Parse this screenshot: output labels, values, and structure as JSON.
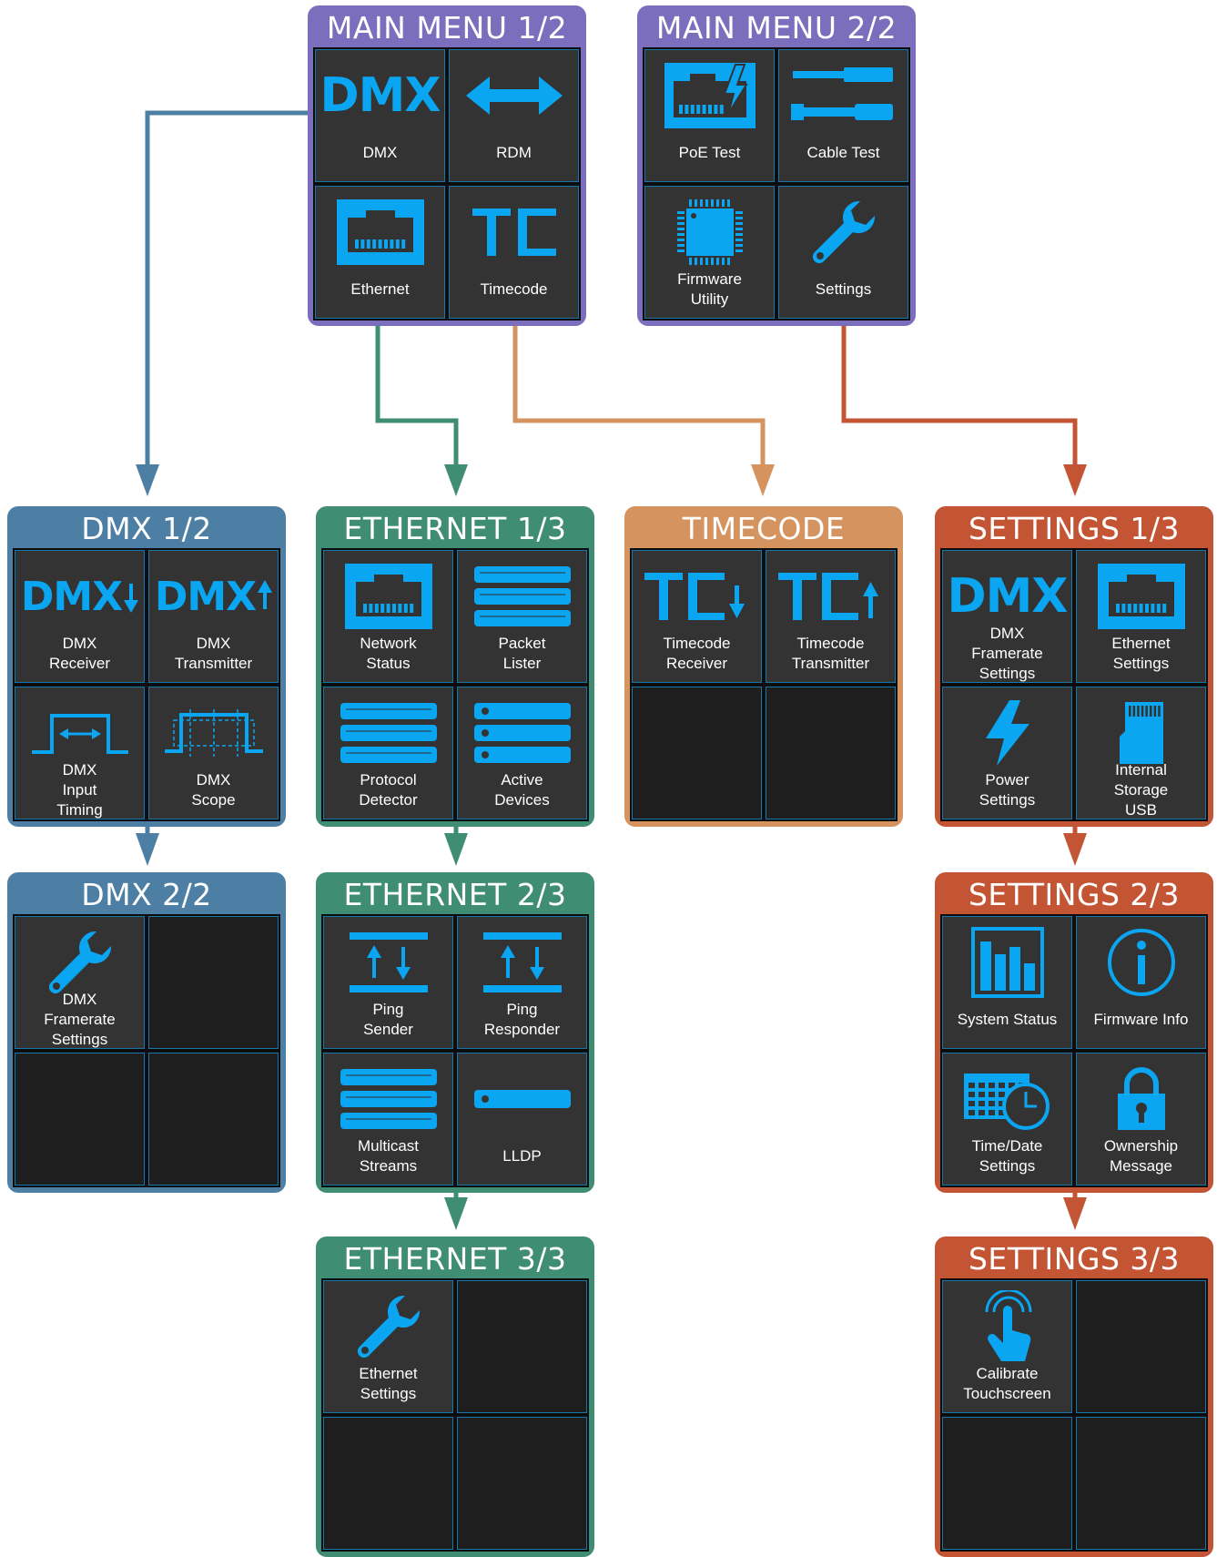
{
  "colors": {
    "main": "#7b6fbd",
    "dmx": "#4d7fa5",
    "ethernet": "#3f8d73",
    "timecode": "#d4935f",
    "settings": "#c35534",
    "icon": "#0aa6f2",
    "tile": "#333333",
    "empty_tile": "#1e1e1e"
  },
  "menus": [
    {
      "title": "MAIN MENU 1/2",
      "color_key": "main",
      "tiles": [
        {
          "label": "DMX",
          "icon": "dmx-text-icon"
        },
        {
          "label": "RDM",
          "icon": "double-arrow-icon"
        },
        {
          "label": "Ethernet",
          "icon": "ethernet-port-icon"
        },
        {
          "label": "Timecode",
          "icon": "timecode-icon"
        }
      ]
    },
    {
      "title": "MAIN MENU 2/2",
      "color_key": "main",
      "tiles": [
        {
          "label": "PoE Test",
          "icon": "poe-port-icon"
        },
        {
          "label": "Cable Test",
          "icon": "cable-icon"
        },
        {
          "label": "Firmware\nUtility",
          "icon": "chip-icon"
        },
        {
          "label": "Settings",
          "icon": "wrench-icon"
        }
      ]
    },
    {
      "title": "DMX 1/2",
      "color_key": "dmx",
      "tiles": [
        {
          "label": "DMX\nReceiver",
          "icon": "dmx-down-icon"
        },
        {
          "label": "DMX\nTransmitter",
          "icon": "dmx-up-icon"
        },
        {
          "label": "DMX\nInput\nTiming",
          "icon": "pulse-timing-icon"
        },
        {
          "label": "DMX\nScope",
          "icon": "scope-icon"
        }
      ]
    },
    {
      "title": "ETHERNET 1/3",
      "color_key": "ethernet",
      "tiles": [
        {
          "label": "Network\nStatus",
          "icon": "ethernet-port-icon"
        },
        {
          "label": "Packet\nLister",
          "icon": "stack-icon"
        },
        {
          "label": "Protocol\nDetector",
          "icon": "stack-icon"
        },
        {
          "label": "Active\nDevices",
          "icon": "devices-icon"
        }
      ]
    },
    {
      "title": "TIMECODE",
      "color_key": "timecode",
      "tiles": [
        {
          "label": "Timecode\nReceiver",
          "icon": "tc-down-icon"
        },
        {
          "label": "Timecode\nTransmitter",
          "icon": "tc-up-icon"
        },
        {
          "label": "",
          "icon": ""
        },
        {
          "label": "",
          "icon": ""
        }
      ]
    },
    {
      "title": "SETTINGS 1/3",
      "color_key": "settings",
      "tiles": [
        {
          "label": "DMX\nFramerate\nSettings",
          "icon": "dmx-text-icon"
        },
        {
          "label": "Ethernet\nSettings",
          "icon": "ethernet-port-icon"
        },
        {
          "label": "Power\nSettings",
          "icon": "lightning-icon"
        },
        {
          "label": "Internal\nStorage\nUSB",
          "icon": "sd-card-icon"
        }
      ]
    },
    {
      "title": "DMX 2/2",
      "color_key": "dmx",
      "tiles": [
        {
          "label": "DMX\nFramerate\nSettings",
          "icon": "wrench-icon"
        },
        {
          "label": "",
          "icon": ""
        },
        {
          "label": "",
          "icon": ""
        },
        {
          "label": "",
          "icon": ""
        }
      ]
    },
    {
      "title": "ETHERNET 2/3",
      "color_key": "ethernet",
      "tiles": [
        {
          "label": "Ping\nSender",
          "icon": "ping-icon"
        },
        {
          "label": "Ping\nResponder",
          "icon": "ping-icon"
        },
        {
          "label": "Multicast\nStreams",
          "icon": "stack-icon"
        },
        {
          "label": "LLDP",
          "icon": "lldp-bar-icon"
        }
      ]
    },
    {
      "title": "SETTINGS 2/3",
      "color_key": "settings",
      "tiles": [
        {
          "label": "System Status",
          "icon": "bar-chart-icon"
        },
        {
          "label": "Firmware Info",
          "icon": "info-icon"
        },
        {
          "label": "Time/Date\nSettings",
          "icon": "calendar-clock-icon"
        },
        {
          "label": "Ownership\nMessage",
          "icon": "lock-icon"
        }
      ]
    },
    {
      "title": "ETHERNET 3/3",
      "color_key": "ethernet",
      "tiles": [
        {
          "label": "Ethernet\nSettings",
          "icon": "wrench-icon"
        },
        {
          "label": "",
          "icon": ""
        },
        {
          "label": "",
          "icon": ""
        },
        {
          "label": "",
          "icon": ""
        }
      ]
    },
    {
      "title": "SETTINGS 3/3",
      "color_key": "settings",
      "tiles": [
        {
          "label": "Calibrate\nTouchscreen",
          "icon": "touch-icon"
        },
        {
          "label": "",
          "icon": ""
        },
        {
          "label": "",
          "icon": ""
        },
        {
          "label": "",
          "icon": ""
        }
      ]
    }
  ]
}
